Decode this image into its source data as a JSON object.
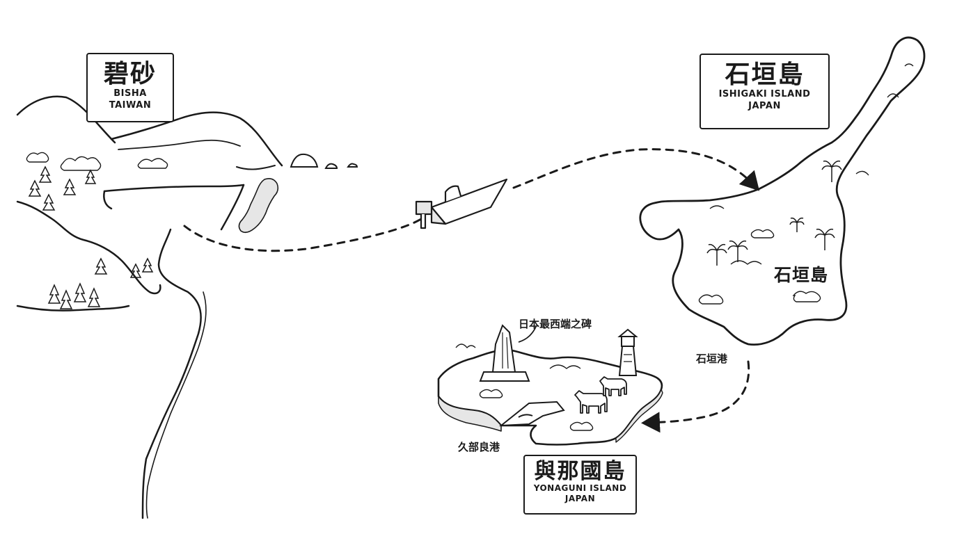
{
  "origin": {
    "name_cjk": "碧砂",
    "name_en": "BISHA",
    "country": "TAIWAN"
  },
  "destination": {
    "name_cjk": "石垣島",
    "name_en": "ISHIGAKI ISLAND",
    "country": "JAPAN"
  },
  "final": {
    "name_cjk": "與那國島",
    "name_en": "YONAGUNI ISLAND",
    "country": "JAPAN"
  },
  "map_labels": {
    "ishigaki_island": "石垣島",
    "ishigaki_port": "石垣港",
    "kubura_port": "久部良港",
    "westernmost_monument": "日本最西端之碑"
  },
  "icons": [
    "boat-icon",
    "lighthouse-icon",
    "monument-icon",
    "horse-icon",
    "palm-tree-icon",
    "pine-tree-icon"
  ],
  "colors": {
    "ink": "#1a1a1a",
    "paper": "#ffffff",
    "shade": "#e6e6e6"
  }
}
